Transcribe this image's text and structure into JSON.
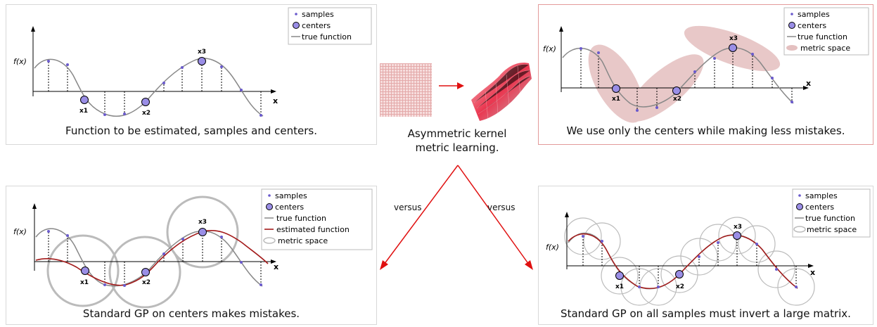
{
  "panels": {
    "top_left": {
      "caption": "Function to be estimated, samples and centers."
    },
    "top_right": {
      "caption": "We use only the centers while making less mistakes."
    },
    "bottom_left": {
      "caption": "Standard GP on centers makes mistakes."
    },
    "bottom_right": {
      "caption": "Standard GP on all samples must invert a large matrix."
    }
  },
  "middle": {
    "caption_line1": "Asymmetric kernel",
    "caption_line2": "metric learning.",
    "versus_left": "versus",
    "versus_right": "versus"
  },
  "plot": {
    "ylabel": "f(x)",
    "xlabel": "x",
    "center_labels": [
      "x1",
      "x2",
      "x3"
    ]
  },
  "legend": {
    "samples": "samples",
    "centers": "centers",
    "true_function": "true function",
    "estimated_function": "estimated function",
    "metric_space": "metric space"
  },
  "colors": {
    "true_function": "#888888",
    "estimated_function": "#a31a1a",
    "sample_dot": "#6a5acd",
    "center_fill": "#9a8ee6",
    "metric_ellipse": "#d9a5a5",
    "metric_circle": "#bbbbbb",
    "arrow": "#e01010",
    "highlight_border": "#e39a9a"
  }
}
